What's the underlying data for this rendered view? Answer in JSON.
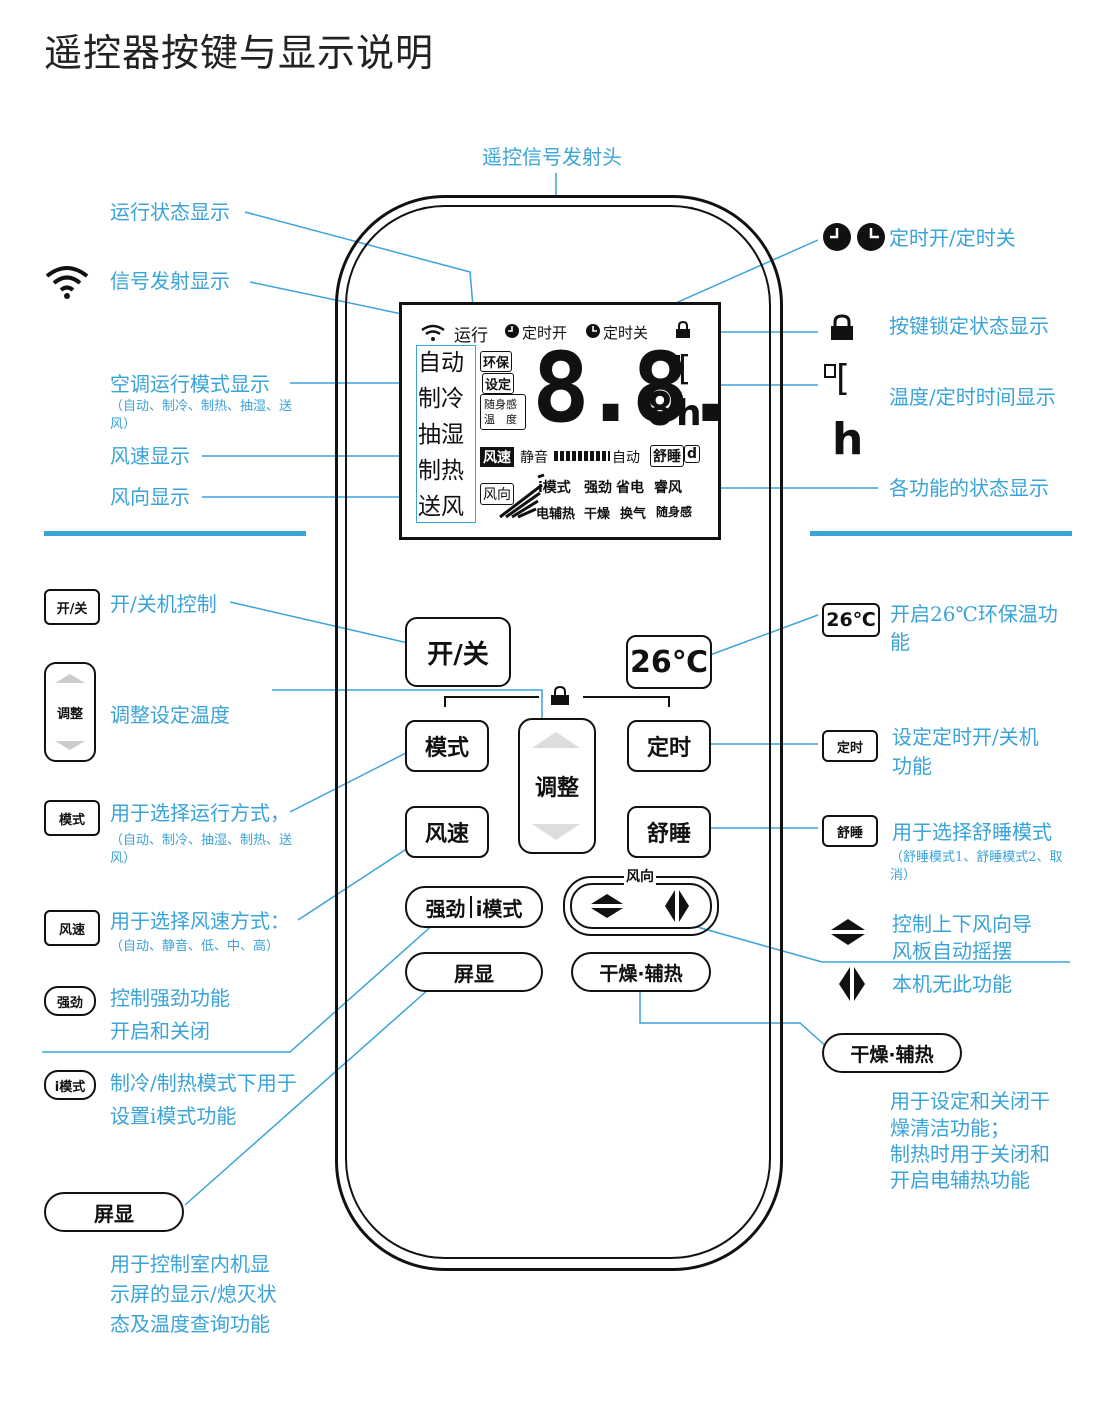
{
  "title": "遥控器按键与显示说明",
  "labels": {
    "signal_head": "遥控信号发射头",
    "run_status": "运行状态显示",
    "signal_emit": "信号发射显示",
    "ac_mode": "空调运行模式显示",
    "ac_mode_sub": "（自动、制冷、制热、抽湿、送风）",
    "fan_speed": "风速显示",
    "fan_dir": "风向显示",
    "timer": "定时开/定时关",
    "lock": "按键锁定状态显示",
    "temp_time": "温度/定时时间显示",
    "func_status": "各功能的状态显示"
  },
  "buttons_desc": {
    "power": "开/关机控制",
    "adjust": "调整设定温度",
    "mode": "用于选择运行方式，",
    "mode_sub": "（自动、制冷、抽湿、制热、送风）",
    "speed": "用于选择风速方式：",
    "speed_sub": "（自动、静音、低、中、高）",
    "turbo_1": "控制强劲功能",
    "turbo_2": "开启和关闭",
    "imode_1": "制冷/制热模式下用于",
    "imode_2": "设置i模式功能",
    "display": "用于控制室内机显",
    "display_2": "示屏的显示/熄灭状",
    "display_3": "态及温度查询功能",
    "eco26_1": "开启26℃环保温功",
    "eco26_2": "能",
    "timer_1": "设定定时开/关机",
    "timer_2": "功能",
    "sleep": "用于选择舒睡模式",
    "sleep_sub": "（舒睡模式1、舒睡模式2、取消）",
    "swing_1": "控制上下风向导",
    "swing_2": "风板自动摇摆",
    "no_func": "本机无此功能",
    "dry_1": "用于设定和关闭干",
    "dry_2": "燥清洁功能；",
    "dry_3": "制热时用于关闭和",
    "dry_4": "开启电辅热功能"
  },
  "lcd": {
    "run": "运行",
    "timer_on": "定时开",
    "timer_off": "定时关",
    "modes": [
      "自动",
      "制冷",
      "抽湿",
      "制热",
      "送风"
    ],
    "eco": "环保",
    "set": "设定",
    "body1": "随身感",
    "body2": "温　度",
    "digits": "8.8.",
    "digit_small": "8",
    "unit_c": "℃",
    "unit_h": "h",
    "fan": "风速",
    "quiet": "静音",
    "auto": "自动",
    "sleep": "舒睡",
    "dir": "风向",
    "row1": [
      "i模式",
      "强劲",
      "省电",
      "睿风"
    ],
    "row2": [
      "电辅热",
      "干燥",
      "换气",
      "随身感"
    ]
  },
  "remote_buttons": {
    "power": "开/关",
    "eco26": "26℃",
    "mode": "模式",
    "adjust": "调整",
    "timer": "定时",
    "speed": "风速",
    "sleep": "舒睡",
    "turbo": "强劲",
    "imode": "i模式",
    "dir": "风向",
    "display": "屏显",
    "dry": "干燥·辅热"
  },
  "small_icons": {
    "power": "开/关",
    "adjust": "调整",
    "mode": "模式",
    "speed": "风速",
    "turbo": "强劲",
    "imode": "i模式",
    "display": "屏显",
    "eco26": "26℃",
    "timer": "定时",
    "sleep": "舒睡",
    "dry": "干燥·辅热"
  },
  "colors": {
    "accent": "#3aa3d8",
    "ink": "#111111"
  }
}
